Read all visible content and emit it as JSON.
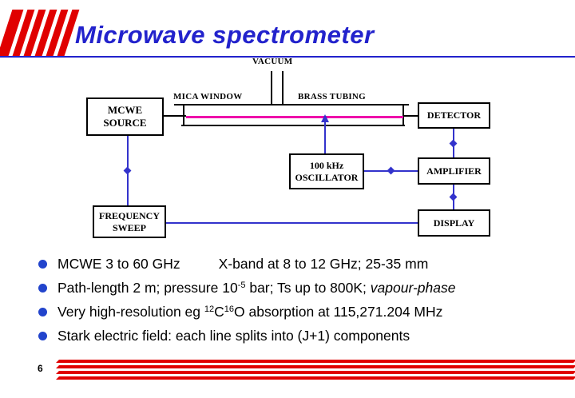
{
  "colors": {
    "accent_blue": "#2222CC",
    "connector_blue": "#3333CC",
    "septum_magenta": "#EE00AA",
    "logo_red": "#E00000",
    "bullet_blue": "#2244CC"
  },
  "header": {
    "title": "Microwave spectrometer"
  },
  "diagram": {
    "vacuum_label": "VACUUM",
    "mica_window_label": "MICA WINDOW",
    "brass_tubing_label": "BRASS TUBING",
    "boxes": {
      "source": {
        "line1": "MCWE",
        "line2": "SOURCE"
      },
      "detector": "DETECTOR",
      "oscillator": {
        "line1": "100 kHz",
        "line2": "OSCILLATOR"
      },
      "amplifier": "AMPLIFIER",
      "frequency_sweep": {
        "line1": "FREQUENCY",
        "line2": "SWEEP"
      },
      "display": "DISPLAY"
    }
  },
  "bullets": [
    {
      "segments": [
        {
          "text": "MCWE 3 to 60 GHz"
        },
        {
          "text": "X-band at 8 to 12 GHz; 25-35 mm"
        }
      ]
    },
    {
      "segments": [
        {
          "text": "Path-length 2 m; pressure 10"
        },
        {
          "text": "-5"
        },
        {
          "text": " bar; Ts up to 800K; "
        },
        {
          "text": "vapour-phase"
        }
      ]
    },
    {
      "segments": [
        {
          "text": "Very high-resolution eg "
        },
        {
          "text": "12"
        },
        {
          "text": "C"
        },
        {
          "text": "16"
        },
        {
          "text": "O  absorption at 115,271.204 MHz"
        }
      ]
    },
    {
      "segments": [
        {
          "text": "Stark electric field: each line splits into (J+1) components"
        }
      ]
    }
  ],
  "footer": {
    "page_number": "6"
  }
}
